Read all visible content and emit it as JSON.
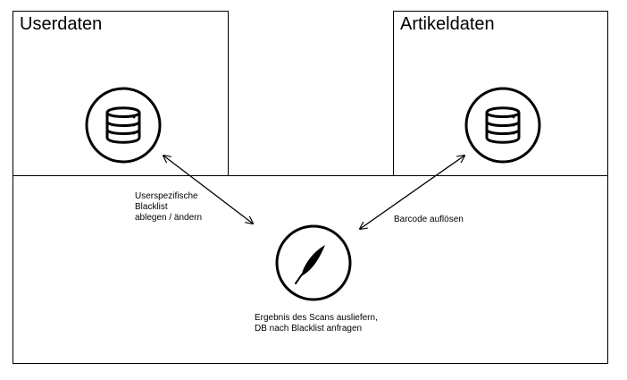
{
  "boxes": {
    "userdata": {
      "title": "Userdaten",
      "icon": "database-icon"
    },
    "articledata": {
      "title": "Artikeldaten",
      "icon": "database-icon"
    }
  },
  "server": {
    "icon": "feather-icon"
  },
  "labels": {
    "userdata_link": "Userspezifische\nBlacklist\nablegen / ändern",
    "articledata_link": "Barcode auflösen",
    "server_caption": "Ergebnis des Scans ausliefern,\nDB nach Blacklist anfragen"
  },
  "colors": {
    "stroke": "#000000",
    "background": "#ffffff"
  }
}
